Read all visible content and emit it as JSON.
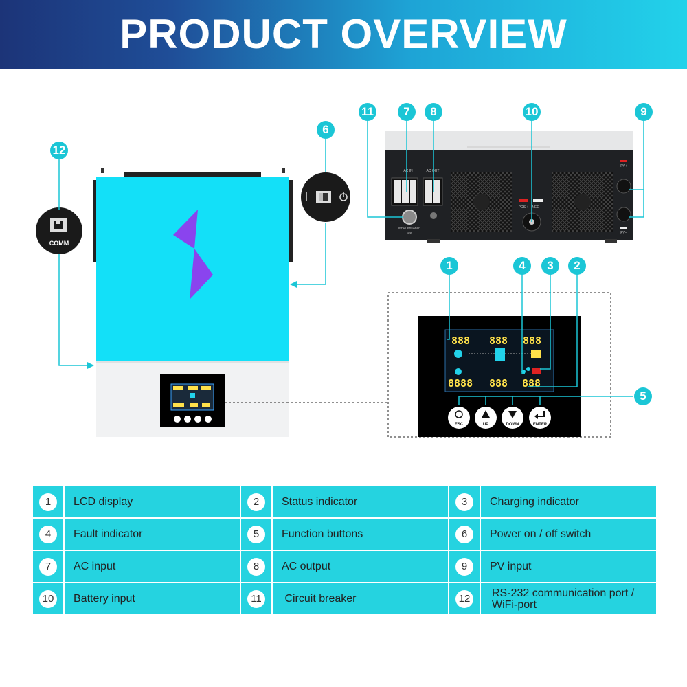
{
  "header": {
    "title": "PRODUCT OVERVIEW"
  },
  "callouts": [
    "1",
    "2",
    "3",
    "4",
    "5",
    "6",
    "7",
    "8",
    "9",
    "10",
    "11",
    "12"
  ],
  "device": {
    "comm_label": "COMM",
    "panel_labels": {
      "ac_in": "AC IN",
      "ac_out": "AC OUT",
      "input_breaker": "INPUT BREAKER",
      "breaker_rating": "32A",
      "pos": "POS +",
      "neg": "NEG —",
      "pv_pos": "PV+",
      "pv_neg": "PV−"
    },
    "lcd_digits": "888",
    "lcd_digits_4": "8888"
  },
  "buttons": [
    {
      "label": "ESC",
      "icon": "power-icon"
    },
    {
      "label": "UP",
      "icon": "arrow-up-icon"
    },
    {
      "label": "DOWN",
      "icon": "arrow-down-icon"
    },
    {
      "label": "ENTER",
      "icon": "enter-icon"
    }
  ],
  "legend": [
    [
      {
        "num": "1",
        "label": "LCD display"
      },
      {
        "num": "2",
        "label": "Status indicator"
      },
      {
        "num": "3",
        "label": "Charging indicator"
      }
    ],
    [
      {
        "num": "4",
        "label": "Fault indicator"
      },
      {
        "num": "5",
        "label": "Function buttons"
      },
      {
        "num": "6",
        "label": "Power on / off switch"
      }
    ],
    [
      {
        "num": "7",
        "label": "AC input"
      },
      {
        "num": "8",
        "label": "AC output"
      },
      {
        "num": "9",
        "label": "PV input"
      }
    ],
    [
      {
        "num": "10",
        "label": "Battery input"
      },
      {
        "num": "11",
        "label": " Circuit breaker"
      },
      {
        "num": "12",
        "label": " RS-232 communication port / WiFi-port"
      }
    ]
  ],
  "colors": {
    "accent": "#25d3e0",
    "callout": "#1bc6d6",
    "device_blue": "#13e0f8",
    "bolt": "#8a44ee"
  }
}
